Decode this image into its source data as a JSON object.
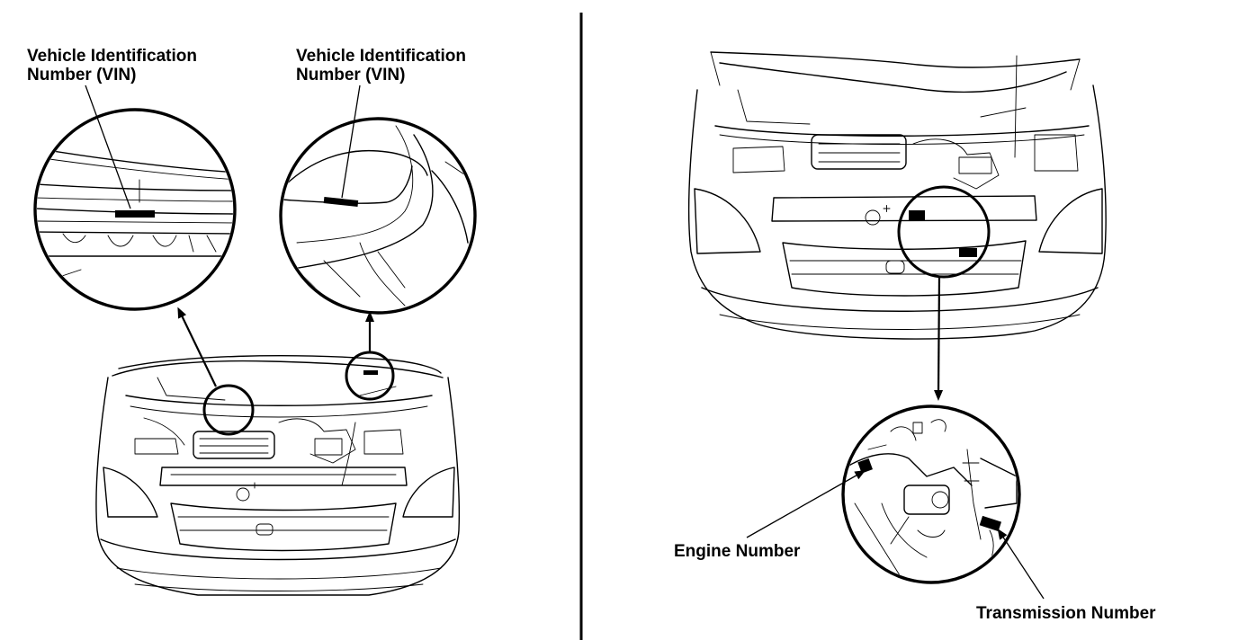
{
  "labels": {
    "vin_left": {
      "line1": "Vehicle Identification",
      "line2": "Number (VIN)"
    },
    "vin_right": {
      "line1": "Vehicle Identification",
      "line2": "Number (VIN)"
    },
    "engine_number": "Engine Number",
    "transmission_number": "Transmission Number"
  },
  "colors": {
    "ink": "#000000",
    "paper": "#ffffff"
  }
}
